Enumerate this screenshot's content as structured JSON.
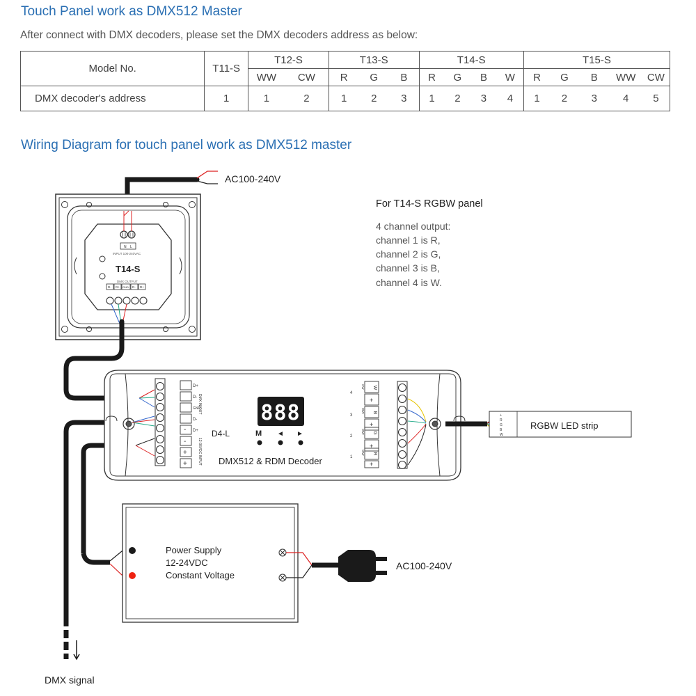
{
  "header": {
    "title": "Touch Panel work as DMX512 Master",
    "subtitle": "After connect with DMX decoders, please set the DMX decoders address as below:"
  },
  "table": {
    "model_label": "Model No.",
    "address_label": "DMX decoder's address",
    "t11": {
      "name": "T11-S",
      "address": "1"
    },
    "t12": {
      "name": "T12-S",
      "channels": [
        "WW",
        "CW"
      ],
      "addresses": [
        "1",
        "2"
      ]
    },
    "t13": {
      "name": "T13-S",
      "channels": [
        "R",
        "G",
        "B"
      ],
      "addresses": [
        "1",
        "2",
        "3"
      ]
    },
    "t14": {
      "name": "T14-S",
      "channels": [
        "R",
        "G",
        "B",
        "W"
      ],
      "addresses": [
        "1",
        "2",
        "3",
        "4"
      ]
    },
    "t15": {
      "name": "T15-S",
      "channels": [
        "R",
        "G",
        "B",
        "WW",
        "CW"
      ],
      "addresses": [
        "1",
        "2",
        "3",
        "4",
        "5"
      ]
    }
  },
  "diagram": {
    "title": "Wiring Diagram for touch panel work as DMX512 master",
    "ac_top": "AC100-240V",
    "panel_model": "T14-S",
    "panel_input_label": "INPUT 100-240VAC",
    "panel_input_terms": [
      "N",
      "L"
    ],
    "panel_output_label": "DMX OUTPUT",
    "panel_output_terms": [
      "D-",
      "D+",
      "GND",
      "D-",
      "D+"
    ],
    "note": {
      "title": "For T14-S RGBW panel",
      "lines": [
        "4 channel output:",
        "channel 1 is R,",
        "channel 2 is G,",
        "channel 3 is B,",
        "channel 4 is W."
      ]
    },
    "decoder": {
      "model": "D4-L",
      "display": "888",
      "buttons": [
        "M",
        "◄",
        "►"
      ],
      "name": "DMX512 & RDM Decoder",
      "left_terms": [
        "D+",
        "D-",
        "GND",
        "D-",
        "D+",
        "-",
        "-",
        "+",
        "+"
      ],
      "left_labels": [
        "DMX IN/OUT",
        "12-36VDC INPUT"
      ],
      "right_terms": [
        "W",
        "+",
        "B",
        "+",
        "G",
        "+",
        "R",
        "+"
      ],
      "right_labels": [
        "4",
        "3",
        "2",
        "1"
      ],
      "ch_labels": [
        "CW",
        "WW",
        "WW",
        "WW"
      ]
    },
    "led": {
      "label": "RGBW LED strip",
      "pins": [
        "+",
        "R",
        "G",
        "B",
        "W"
      ]
    },
    "psu": {
      "line1": "Power Supply",
      "line2": "12-24VDC",
      "line3": "Constant Voltage"
    },
    "ac_bottom": "AC100-240V",
    "dmx_signal": "DMX signal"
  }
}
